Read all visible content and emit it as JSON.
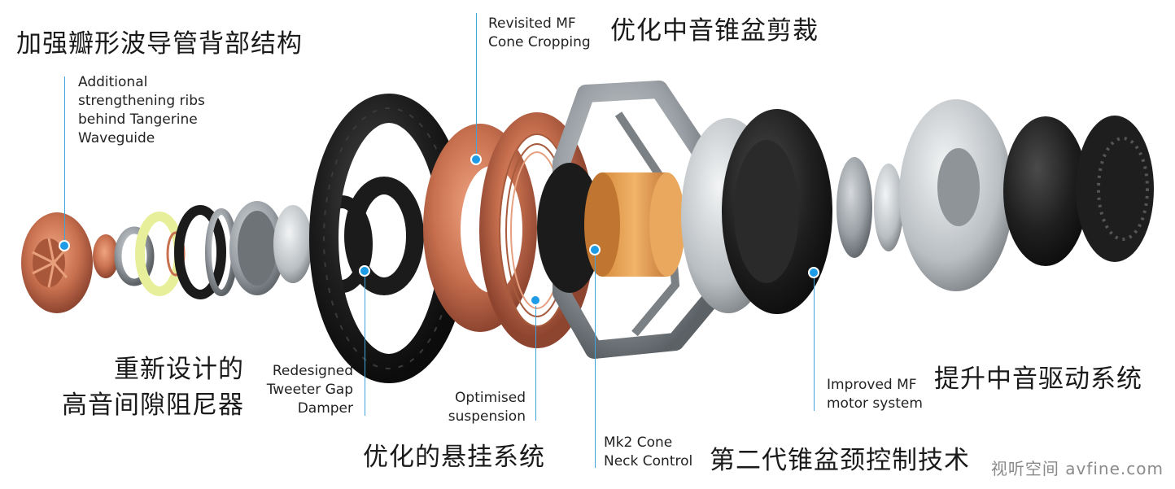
{
  "labels": {
    "ribs_zh": "加强瓣形波导管背部结构",
    "ribs_en": "Additional\nstrengthening ribs\nbehind Tangerine\nWaveguide",
    "cone_zh": "优化中音锥盆剪裁",
    "cone_en": "Revisited MF\nCone Cropping",
    "damper_zh": "重新设计的\n高音间隙阻尼器",
    "damper_en": "Redesigned\nTweeter Gap\nDamper",
    "suspension_zh": "优化的悬挂系统",
    "suspension_en": "Optimised\nsuspension",
    "neck_zh": "第二代锥盆颈控制技术",
    "neck_en": "Mk2 Cone\nNeck Control",
    "motor_zh": "提升中音驱动系统",
    "motor_en": "Improved MF\nmotor system"
  },
  "watermark": "视听空间 avfine.com",
  "colors": {
    "leader": "#3da5dc",
    "dot": "#1e9be6",
    "copper": "#c8704f",
    "rubber": "#1b1b1b",
    "steel": "#8a8f94"
  }
}
